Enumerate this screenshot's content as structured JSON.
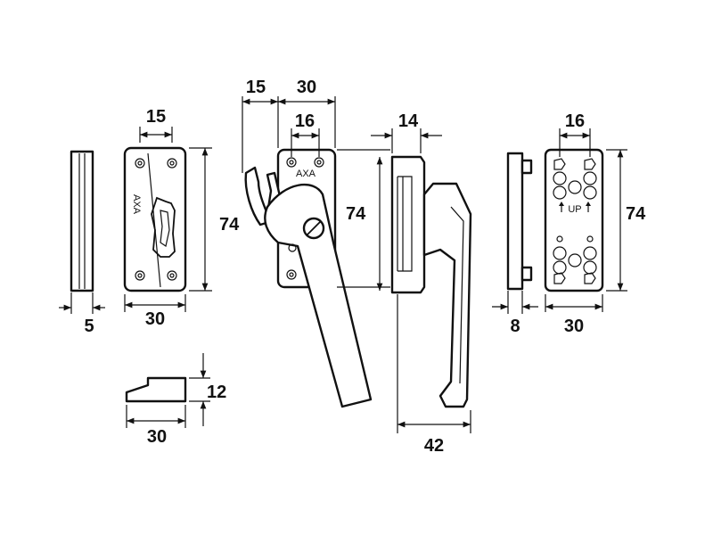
{
  "dimensions": {
    "wedge_thickness": "5",
    "keeper_width": "30",
    "keeper_slot": "15",
    "keeper_height": "74",
    "stop_height": "12",
    "stop_width": "30",
    "hook_reach": "15",
    "handle_base_width": "30",
    "handle_screw_spacing": "16",
    "handle_base_height": "74",
    "side_depth": "14",
    "side_projection": "42",
    "plate_thickness": "8",
    "plate_width": "30",
    "plate_hole_spacing": "16",
    "plate_height": "74"
  },
  "labels": {
    "brand_keeper": "AXA",
    "brand_handle": "AXA",
    "orientation": "UP"
  }
}
